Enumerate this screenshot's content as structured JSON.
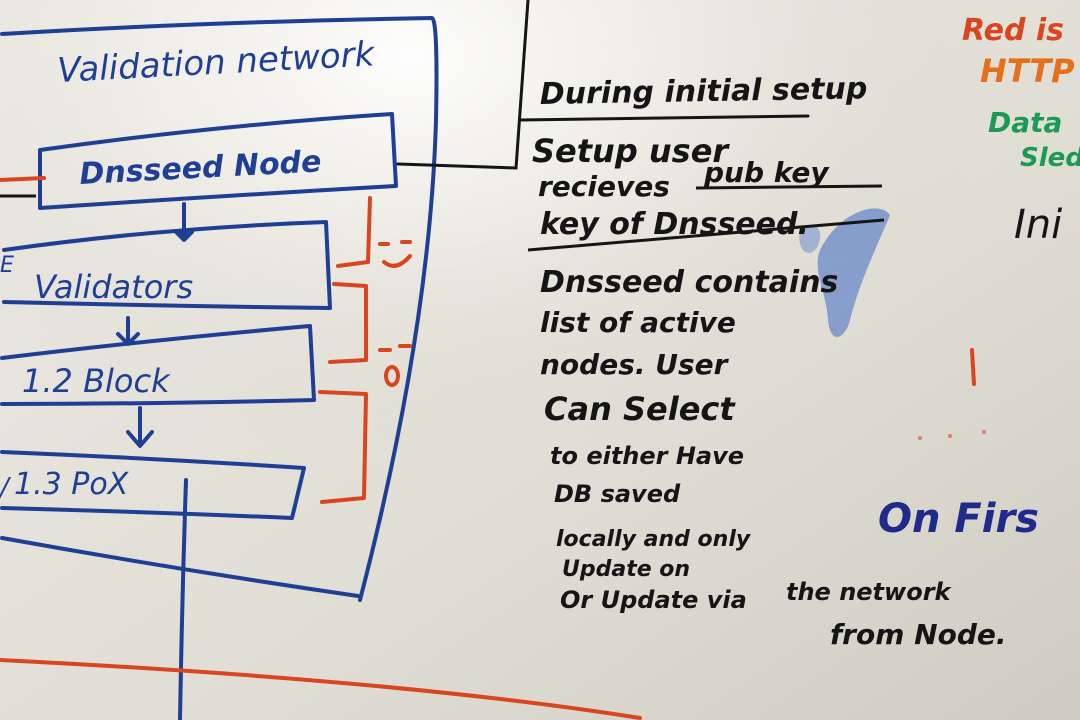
{
  "diagram": {
    "title": "Validation network",
    "nodes": [
      {
        "id": "dnsseed",
        "label": "Dnsseed Node"
      },
      {
        "id": "validators",
        "label": "Validators"
      },
      {
        "id": "block",
        "label": "1.2  Block"
      },
      {
        "id": "pox",
        "label": "1.3  PoX"
      }
    ],
    "edges": [
      [
        "dnsseed",
        "validators"
      ],
      [
        "validators",
        "block"
      ],
      [
        "block",
        "pox"
      ]
    ],
    "left_marker": "E",
    "left_marker_2": "/"
  },
  "notes": {
    "heading": "During initial setup",
    "lines": [
      "Setup user",
      "recieves",
      "pub key",
      "key of  Dnsseed.",
      "Dnsseed contains",
      "list of active",
      "nodes. User",
      "Can Select",
      "to either Have",
      "DB saved",
      "locally and only",
      "Update on",
      "the network",
      "Or Update via",
      "from Node."
    ]
  },
  "right_edge": {
    "red_text": "Red is",
    "red_text_2": "HTTP",
    "green_text": "Data",
    "green_text_2": "Sled",
    "black_text": "Ini",
    "blue_text": "On  Firs"
  },
  "colors": {
    "board": "#e2dfd6",
    "blue_marker": "#1f3f95",
    "black_marker": "#151515",
    "red_marker": "#d8451f",
    "green_marker": "#1a9a55"
  }
}
